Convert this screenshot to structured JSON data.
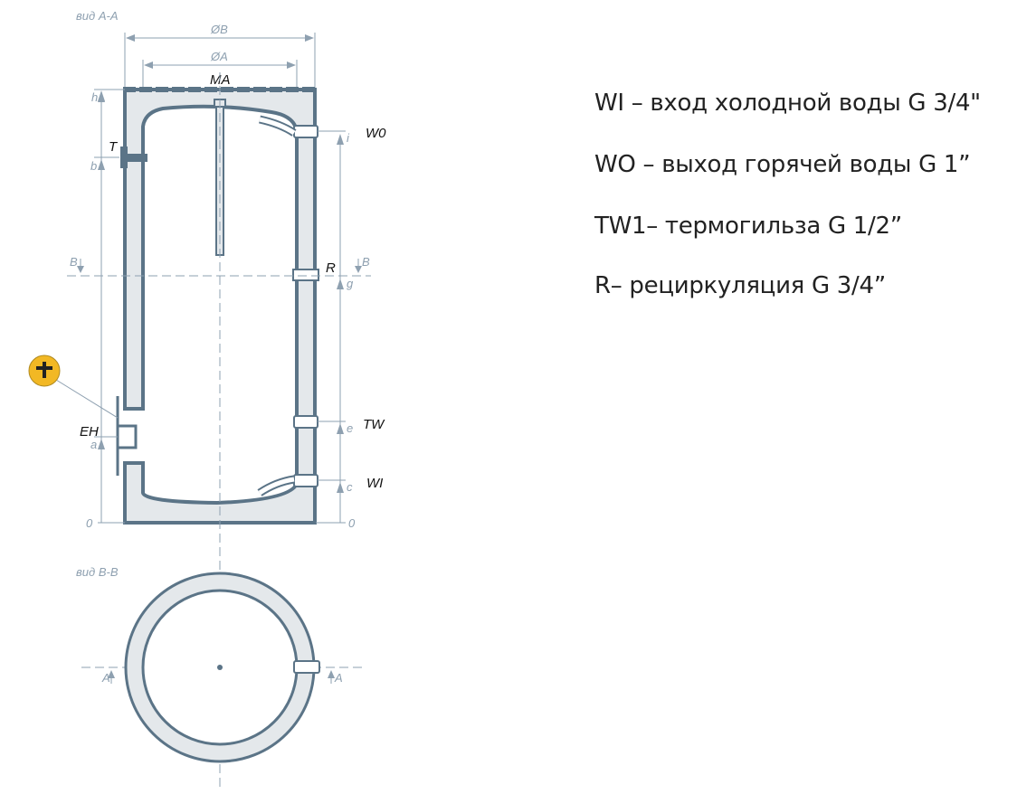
{
  "views": {
    "section_aa": "вид А-А",
    "section_bb": "вид В-В"
  },
  "dimensions": {
    "diam_b": "ØB",
    "diam_a": "ØA",
    "h": "h",
    "b": "b",
    "a": "a",
    "zero_left": "0",
    "zero_right": "0",
    "i": "i",
    "g": "g",
    "e": "e",
    "c": "c",
    "cut_b_left": "B",
    "cut_b_right": "B",
    "cut_a_left": "A",
    "cut_a_right": "A"
  },
  "labels": {
    "ma": "MA",
    "t": "T",
    "wo": "W0",
    "r": "R",
    "tw": "TW",
    "wi": "WI",
    "eh": "EH"
  },
  "legend": [
    "WI – вход  холодной воды  G 3/4\"",
    "WO – выход горячей воды G 1”",
    "TW1– термогильза G 1/2”",
    "R– рециркуляция G 3/4”"
  ],
  "colors": {
    "steel": "#5b7487",
    "fill": "#e4e8eb",
    "dimension": "#8ea0b0",
    "heater_badge": "#f2b824"
  }
}
